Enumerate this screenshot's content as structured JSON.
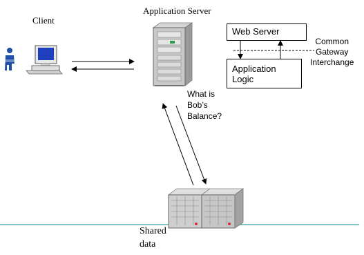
{
  "labels": {
    "client": "Client",
    "application_server": "Application Server",
    "web_server": "Web Server",
    "application_logic_line1": "Application",
    "application_logic_line2": "Logic",
    "cgi_line1": "Common",
    "cgi_line2": "Gateway",
    "cgi_line3": "Interchange",
    "query_line1": "What is",
    "query_line2": "Bob’s",
    "query_line3": "Balance?",
    "shared_data_line1": "Shared",
    "shared_data_line2": "data"
  },
  "colors": {
    "divider": "#3a9e9e",
    "monitor_screen": "#1f3fbf",
    "person": "#1f4fa8"
  },
  "icons": {
    "client": "person-at-computer-icon",
    "server": "tower-server-icon",
    "storage": "storage-cabinet-icon"
  }
}
